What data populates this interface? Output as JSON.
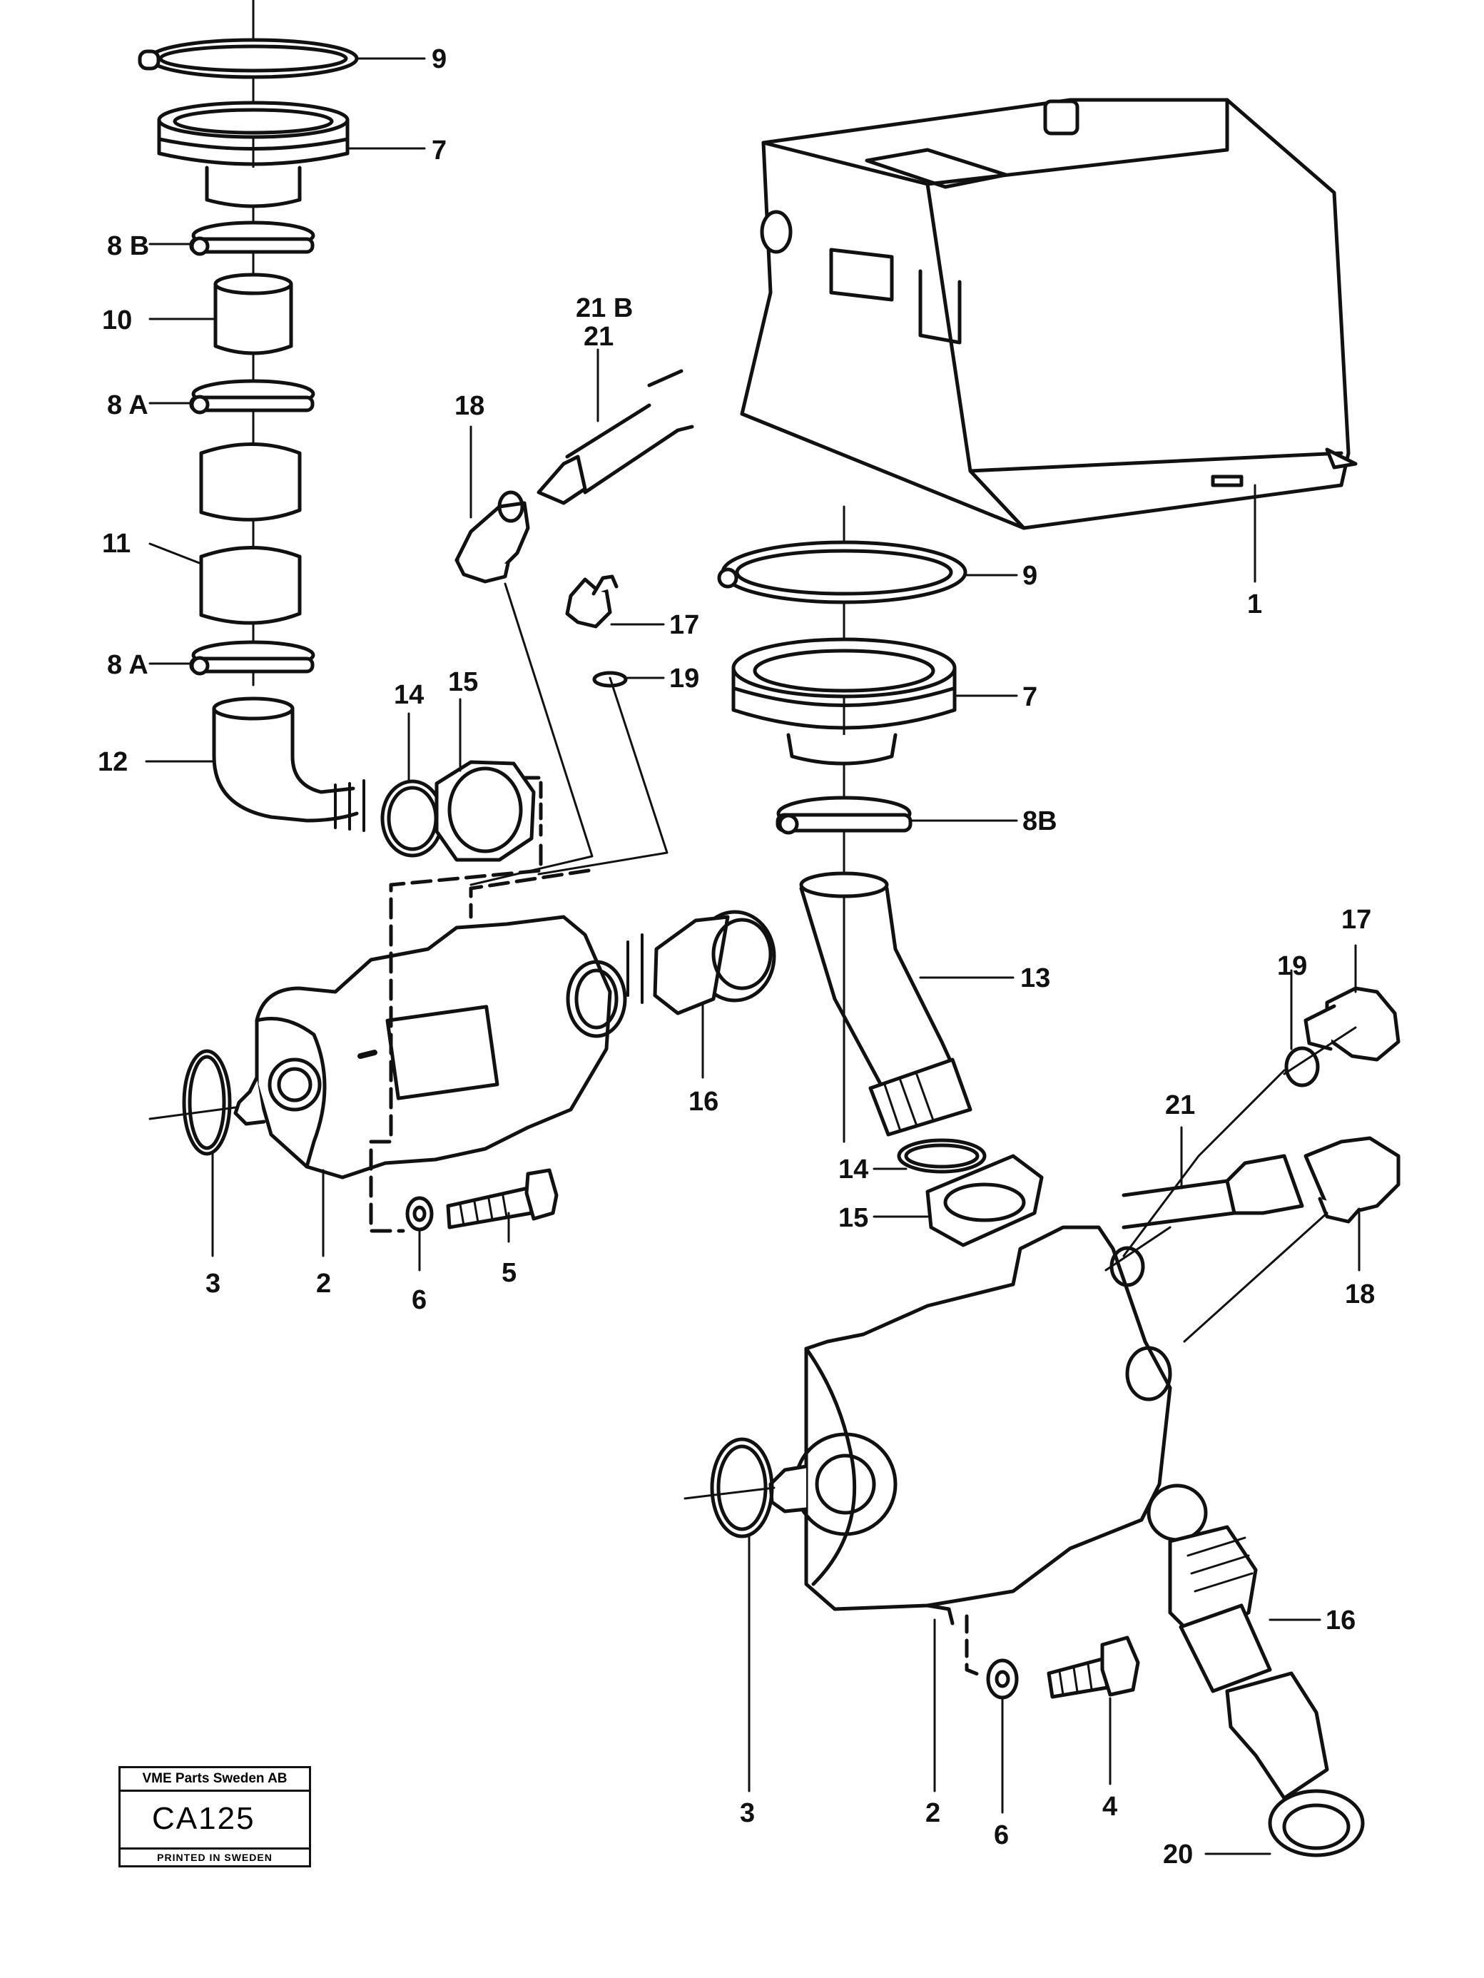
{
  "callouts": [
    {
      "id": "c-9a",
      "text": "9"
    },
    {
      "id": "c-7a",
      "text": "7"
    },
    {
      "id": "c-8b-a",
      "text": "8 B"
    },
    {
      "id": "c-10",
      "text": "10"
    },
    {
      "id": "c-8a-a",
      "text": "8 A"
    },
    {
      "id": "c-11",
      "text": "11"
    },
    {
      "id": "c-8a-b",
      "text": "8 A"
    },
    {
      "id": "c-12",
      "text": "12"
    },
    {
      "id": "c-14a",
      "text": "14"
    },
    {
      "id": "c-15a",
      "text": "15"
    },
    {
      "id": "c-18a",
      "text": "18"
    },
    {
      "id": "c-21b",
      "text": "21 B"
    },
    {
      "id": "c-21a",
      "text": "21"
    },
    {
      "id": "c-17a",
      "text": "17"
    },
    {
      "id": "c-19a",
      "text": "19"
    },
    {
      "id": "c-16a",
      "text": "16"
    },
    {
      "id": "c-3a",
      "text": "3"
    },
    {
      "id": "c-2a",
      "text": "2"
    },
    {
      "id": "c-6a",
      "text": "6"
    },
    {
      "id": "c-5",
      "text": "5"
    },
    {
      "id": "c-9b",
      "text": "9"
    },
    {
      "id": "c-1",
      "text": "1"
    },
    {
      "id": "c-7b",
      "text": "7"
    },
    {
      "id": "c-8b-b",
      "text": "8B"
    },
    {
      "id": "c-13",
      "text": "13"
    },
    {
      "id": "c-17b",
      "text": "17"
    },
    {
      "id": "c-19b",
      "text": "19"
    },
    {
      "id": "c-21c",
      "text": "21"
    },
    {
      "id": "c-14b",
      "text": "14"
    },
    {
      "id": "c-15b",
      "text": "15"
    },
    {
      "id": "c-18b",
      "text": "18"
    },
    {
      "id": "c-16b",
      "text": "16"
    },
    {
      "id": "c-3b",
      "text": "3"
    },
    {
      "id": "c-2b",
      "text": "2"
    },
    {
      "id": "c-4",
      "text": "4"
    },
    {
      "id": "c-6b",
      "text": "6"
    },
    {
      "id": "c-20",
      "text": "20"
    }
  ],
  "stamp": {
    "company": "VME Parts Sweden AB",
    "code": "CA125",
    "footer": "PRINTED IN SWEDEN"
  }
}
